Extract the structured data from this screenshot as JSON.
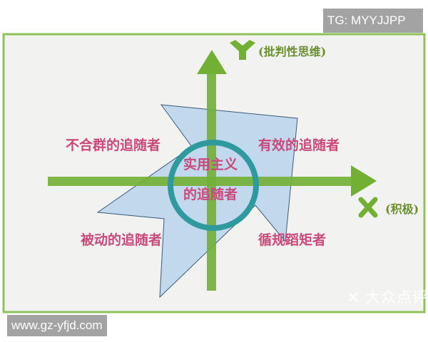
{
  "watermarks": {
    "top_right": "TG: MYYJJPP",
    "bottom_left": "www.gz-yfjd.com",
    "logo": "大众点评"
  },
  "diagram": {
    "y_axis": {
      "letter": "Y",
      "label": "(批判性思维)"
    },
    "x_axis": {
      "letter": "X",
      "label": "(积极)"
    },
    "quadrants": {
      "top_left": "不合群的追随者",
      "top_right": "有效的追随者",
      "bottom_left": "被动的追随者",
      "bottom_right": "循规蹈矩者"
    },
    "center": {
      "line1": "实用主义",
      "line2": "的追随者"
    },
    "colors": {
      "axis": "#72b033",
      "circle": "#2e9a9e",
      "shape": "#b9d3ec",
      "label": "#c94a7a",
      "axis_label": "#6a8f2f",
      "frame": "#8fc25a"
    }
  }
}
